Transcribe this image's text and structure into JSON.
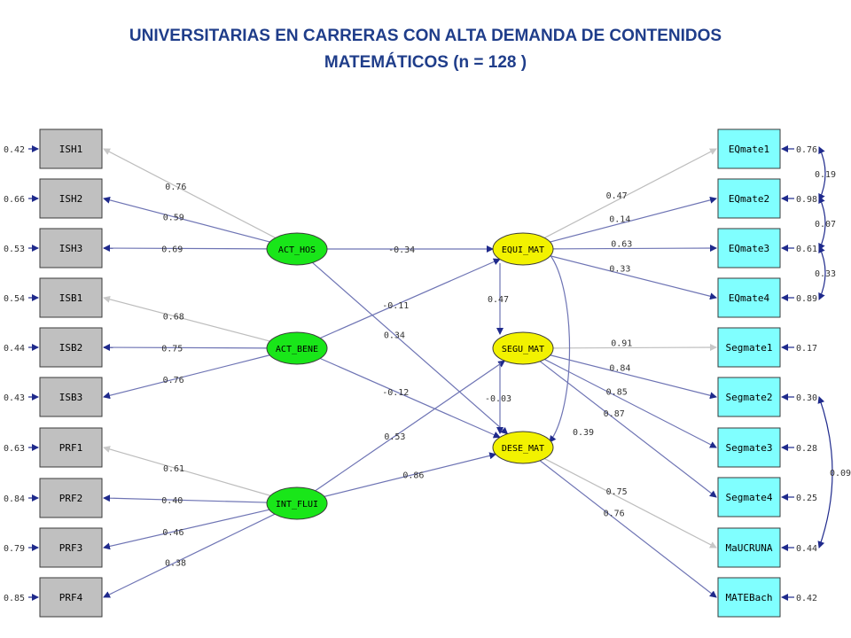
{
  "title": {
    "line1": "UNIVERSITARIAS EN CARRERAS CON ALTA DEMANDA DE CONTENIDOS",
    "line2": "MATEMÁTICOS (n = 128 )"
  },
  "colors": {
    "title": "#1F3D8A",
    "path": "#6E74B4",
    "path_fixed": "#BDBDBD",
    "box_left": "#C0C0C0",
    "box_right": "#80FFFF",
    "latent_exo": "#19E619",
    "latent_endo": "#F2F200"
  },
  "diagram": {
    "left_indicators": [
      {
        "id": "ISH1",
        "label": "ISH1",
        "error": "0.42"
      },
      {
        "id": "ISH2",
        "label": "ISH2",
        "error": "0.66"
      },
      {
        "id": "ISH3",
        "label": "ISH3",
        "error": "0.53"
      },
      {
        "id": "ISB1",
        "label": "ISB1",
        "error": "0.54"
      },
      {
        "id": "ISB2",
        "label": "ISB2",
        "error": "0.44"
      },
      {
        "id": "ISB3",
        "label": "ISB3",
        "error": "0.43"
      },
      {
        "id": "PRF1",
        "label": "PRF1",
        "error": "0.63"
      },
      {
        "id": "PRF2",
        "label": "PRF2",
        "error": "0.84"
      },
      {
        "id": "PRF3",
        "label": "PRF3",
        "error": "0.79"
      },
      {
        "id": "PRF4",
        "label": "PRF4",
        "error": "0.85"
      }
    ],
    "right_indicators": [
      {
        "id": "EQ1",
        "label": "EQmate1",
        "error": "0.76"
      },
      {
        "id": "EQ2",
        "label": "EQmate2",
        "error": "0.98"
      },
      {
        "id": "EQ3",
        "label": "EQmate3",
        "error": "0.61"
      },
      {
        "id": "EQ4",
        "label": "EQmate4",
        "error": "0.89"
      },
      {
        "id": "SG1",
        "label": "Segmate1",
        "error": "0.17"
      },
      {
        "id": "SG2",
        "label": "Segmate2",
        "error": "0.30"
      },
      {
        "id": "SG3",
        "label": "Segmate3",
        "error": "0.28"
      },
      {
        "id": "SG4",
        "label": "Segmate4",
        "error": "0.25"
      },
      {
        "id": "MAU",
        "label": "MaUCRUNA",
        "error": "0.44"
      },
      {
        "id": "MAT",
        "label": "MATEBach",
        "error": "0.42"
      }
    ],
    "exogenous": [
      {
        "id": "HOS",
        "label": "ACT_HOS"
      },
      {
        "id": "BENE",
        "label": "ACT_BENE"
      },
      {
        "id": "FLUI",
        "label": "INT_FLUI"
      }
    ],
    "endogenous": [
      {
        "id": "EQUI",
        "label": "EQUI_MAT"
      },
      {
        "id": "SEGU",
        "label": "SEGU_MAT"
      },
      {
        "id": "DESE",
        "label": "DESE_MAT"
      }
    ],
    "loadings_left": [
      {
        "from": "HOS",
        "to": "ISH1",
        "value": "0.76",
        "fixed": true
      },
      {
        "from": "HOS",
        "to": "ISH2",
        "value": "0.59",
        "fixed": false
      },
      {
        "from": "HOS",
        "to": "ISH3",
        "value": "0.69",
        "fixed": false
      },
      {
        "from": "BENE",
        "to": "ISB1",
        "value": "0.68",
        "fixed": true
      },
      {
        "from": "BENE",
        "to": "ISB2",
        "value": "0.75",
        "fixed": false
      },
      {
        "from": "BENE",
        "to": "ISB3",
        "value": "0.76",
        "fixed": false
      },
      {
        "from": "FLUI",
        "to": "PRF1",
        "value": "0.61",
        "fixed": true
      },
      {
        "from": "FLUI",
        "to": "PRF2",
        "value": "0.40",
        "fixed": false
      },
      {
        "from": "FLUI",
        "to": "PRF3",
        "value": "0.46",
        "fixed": false
      },
      {
        "from": "FLUI",
        "to": "PRF4",
        "value": "0.38",
        "fixed": false
      }
    ],
    "loadings_right": [
      {
        "from": "EQUI",
        "to": "EQ1",
        "value": "0.47",
        "fixed": true
      },
      {
        "from": "EQUI",
        "to": "EQ2",
        "value": "0.14",
        "fixed": false
      },
      {
        "from": "EQUI",
        "to": "EQ3",
        "value": "0.63",
        "fixed": false
      },
      {
        "from": "EQUI",
        "to": "EQ4",
        "value": "0.33",
        "fixed": false
      },
      {
        "from": "SEGU",
        "to": "SG1",
        "value": "0.91",
        "fixed": true
      },
      {
        "from": "SEGU",
        "to": "SG2",
        "value": "0.84",
        "fixed": false
      },
      {
        "from": "SEGU",
        "to": "SG3",
        "value": "0.85",
        "fixed": false
      },
      {
        "from": "SEGU",
        "to": "SG4",
        "value": "0.87",
        "fixed": false
      },
      {
        "from": "DESE",
        "to": "MAU",
        "value": "0.75",
        "fixed": true
      },
      {
        "from": "DESE",
        "to": "MAT",
        "value": "0.76",
        "fixed": false
      }
    ],
    "structural": [
      {
        "from": "HOS",
        "to": "EQUI",
        "value": "-0.34"
      },
      {
        "from": "HOS",
        "to": "DESE",
        "value": "0.34"
      },
      {
        "from": "BENE",
        "to": "EQUI",
        "value": "-0.11"
      },
      {
        "from": "BENE",
        "to": "DESE",
        "value": "-0.12"
      },
      {
        "from": "FLUI",
        "to": "SEGU",
        "value": "0.53"
      },
      {
        "from": "FLUI",
        "to": "DESE",
        "value": "0.86"
      },
      {
        "from": "EQUI",
        "to": "SEGU",
        "value": "0.47"
      },
      {
        "from": "SEGU",
        "to": "DESE",
        "value": "-0.03"
      },
      {
        "from": "EQUI",
        "to": "DESE",
        "value": "0.39"
      }
    ],
    "error_covariances": [
      {
        "a": "EQ1",
        "b": "EQ2",
        "value": "0.19"
      },
      {
        "a": "EQ2",
        "b": "EQ3",
        "value": "0.07"
      },
      {
        "a": "EQ3",
        "b": "EQ4",
        "value": "0.33"
      },
      {
        "a": "SG2",
        "b": "MAU",
        "value": "0.09"
      }
    ]
  }
}
